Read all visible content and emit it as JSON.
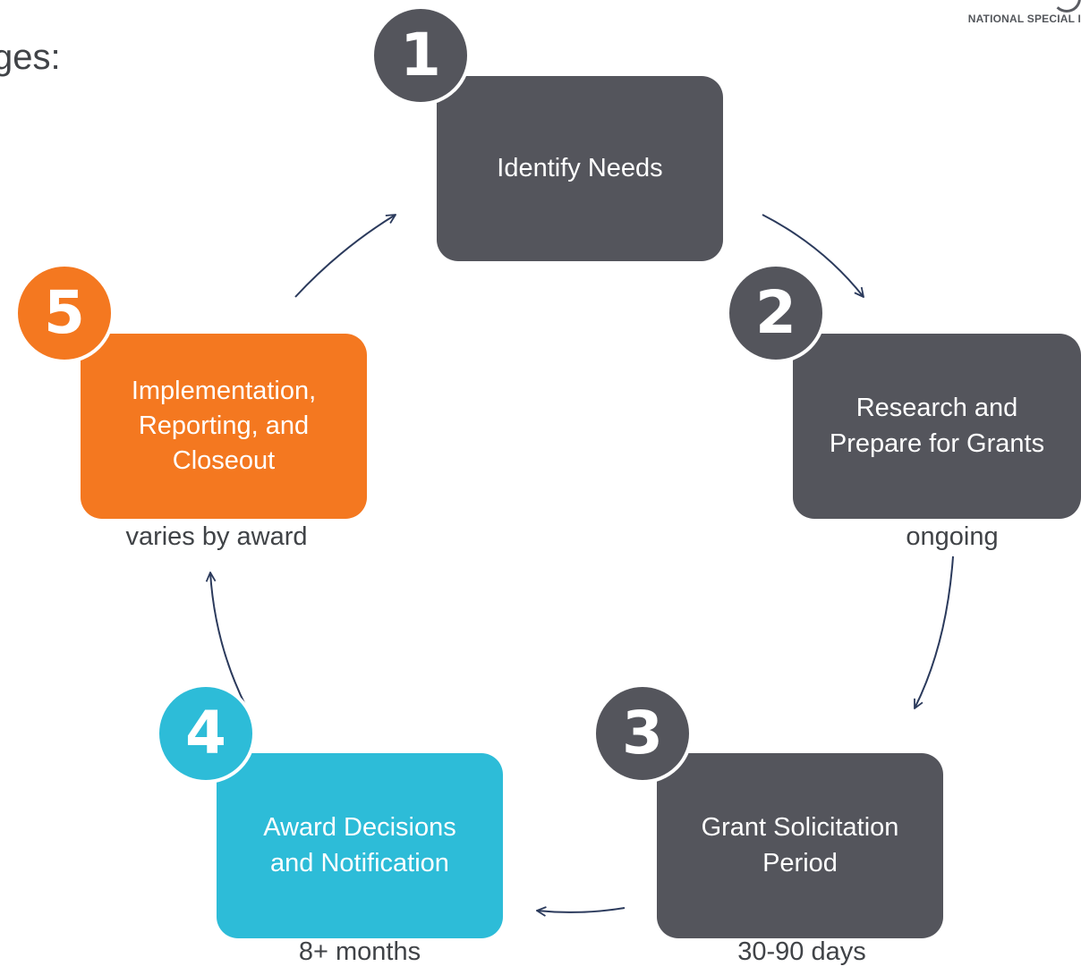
{
  "heading": "ges:",
  "brand": {
    "text": "NATIONAL SPECIAL I"
  },
  "stages": [
    {
      "number": "1",
      "label": "Identify Needs",
      "duration": "",
      "color": "#54555c"
    },
    {
      "number": "2",
      "label": "Research and\nPrepare for Grants",
      "duration": "ongoing",
      "color": "#54555c"
    },
    {
      "number": "3",
      "label": "Grant Solicitation\nPeriod",
      "duration": "30-90 days",
      "color": "#54555c"
    },
    {
      "number": "4",
      "label": "Award Decisions\nand Notification",
      "duration": "8+ months",
      "color": "#2dbcd8"
    },
    {
      "number": "5",
      "label": "Implementation,\nReporting, and\nCloseout",
      "duration": "varies by award",
      "color": "#f47820"
    }
  ],
  "colors": {
    "dark": "#54555c",
    "orange": "#f47820",
    "cyan": "#2dbcd8",
    "arrow": "#2b3a5c"
  }
}
